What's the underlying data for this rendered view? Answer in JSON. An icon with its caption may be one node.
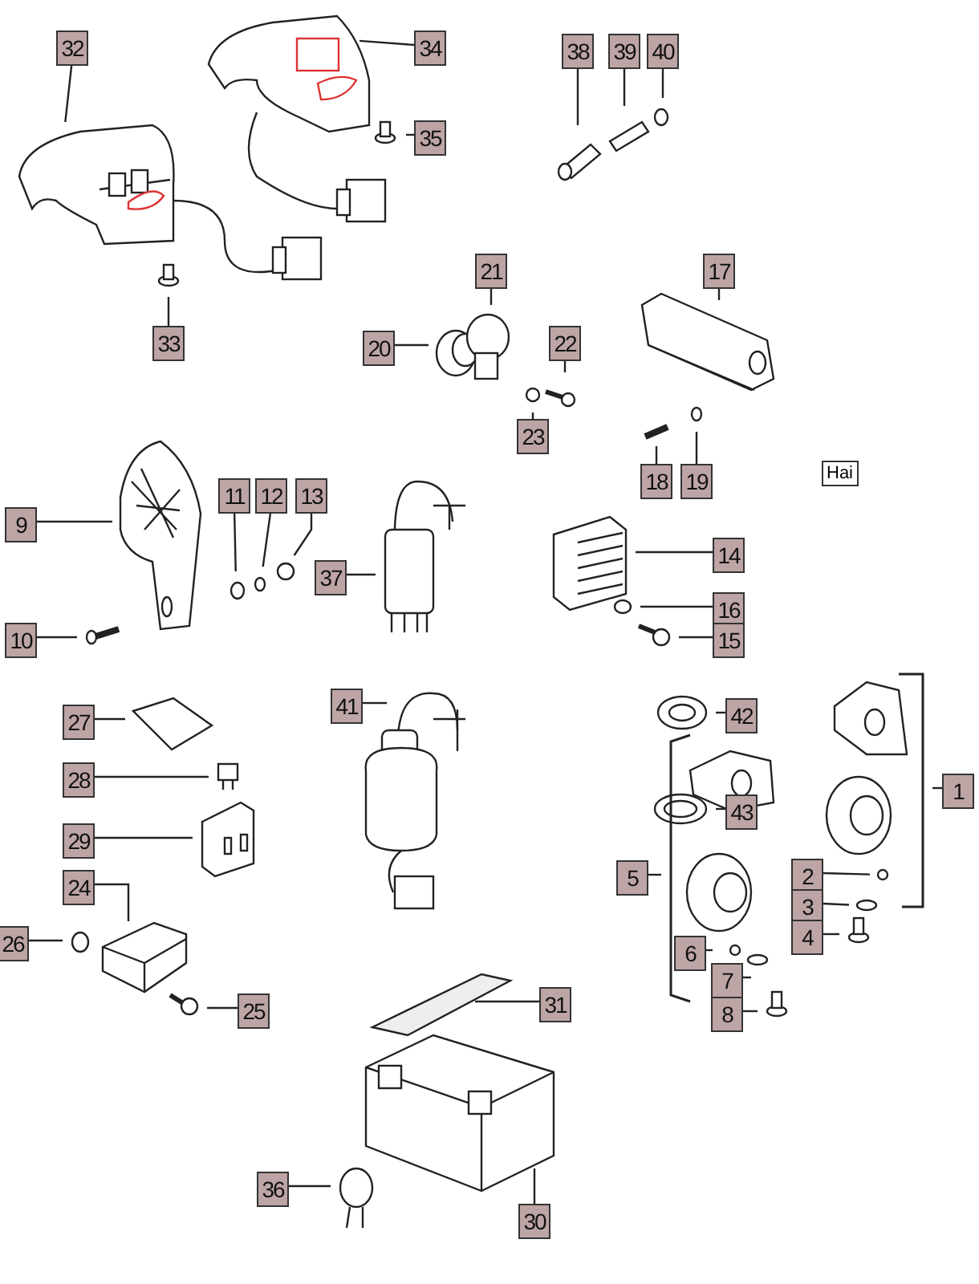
{
  "diagram": {
    "nodes": [
      {
        "text": [
          "32"
        ]
      },
      {
        "text": [
          "34"
        ]
      },
      {
        "text": [
          "38"
        ]
      },
      {
        "text": [
          "39"
        ]
      },
      {
        "text": [
          "40"
        ]
      },
      {
        "text": [
          "35"
        ]
      },
      {
        "text": [
          "21"
        ]
      },
      {
        "text": [
          "17"
        ]
      },
      {
        "text": [
          "20"
        ]
      },
      {
        "text": [
          "22"
        ]
      },
      {
        "text": [
          "33"
        ]
      },
      {
        "text": [
          "23"
        ]
      },
      {
        "text": [
          "18"
        ]
      },
      {
        "text": [
          "19"
        ]
      },
      {
        "text": [
          "9"
        ]
      },
      {
        "text": [
          "11"
        ]
      },
      {
        "text": [
          "12"
        ]
      },
      {
        "text": [
          "13"
        ]
      },
      {
        "text": [
          "37"
        ]
      },
      {
        "text": [
          "14"
        ]
      },
      {
        "text": [
          "16"
        ]
      },
      {
        "text": [
          "15"
        ]
      },
      {
        "text": [
          "10"
        ]
      },
      {
        "text": [
          "27"
        ]
      },
      {
        "text": [
          "41"
        ]
      },
      {
        "text": [
          "42"
        ]
      },
      {
        "text": [
          "1"
        ]
      },
      {
        "text": [
          "28"
        ]
      },
      {
        "text": [
          "43"
        ]
      },
      {
        "text": [
          "29"
        ]
      },
      {
        "text": [
          "2"
        ]
      },
      {
        "text": [
          "5"
        ]
      },
      {
        "text": [
          "24"
        ]
      },
      {
        "text": [
          "3"
        ]
      },
      {
        "text": [
          "26"
        ]
      },
      {
        "text": [
          "6"
        ]
      },
      {
        "text": [
          "4"
        ]
      },
      {
        "text": [
          "7"
        ]
      },
      {
        "text": [
          "25"
        ]
      },
      {
        "text": [
          "31"
        ]
      },
      {
        "text": [
          "8"
        ]
      },
      {
        "text": [
          "36"
        ]
      },
      {
        "text": [
          "30"
        ]
      }
    ],
    "edges": [
      {
        "from": 0,
        "to": null,
        "arrow": "none"
      },
      {
        "from": 1,
        "to": null,
        "arrow": "none"
      },
      {
        "from": 2,
        "to": null,
        "arrow": "none"
      },
      {
        "from": 3,
        "to": null,
        "arrow": "none"
      },
      {
        "from": 4,
        "to": null,
        "arrow": "none"
      },
      {
        "from": 5,
        "to": null,
        "arrow": "none"
      },
      {
        "from": 6,
        "to": null,
        "arrow": "none"
      },
      {
        "from": 7,
        "to": null,
        "arrow": "none"
      },
      {
        "from": 8,
        "to": null,
        "arrow": "none"
      },
      {
        "from": 9,
        "to": null,
        "arrow": "none"
      },
      {
        "from": 10,
        "to": null,
        "arrow": "none"
      },
      {
        "from": 11,
        "to": null,
        "arrow": "none"
      },
      {
        "from": 12,
        "to": null,
        "arrow": "none"
      },
      {
        "from": 13,
        "to": null,
        "arrow": "none"
      },
      {
        "from": 14,
        "to": null,
        "arrow": "none"
      },
      {
        "from": 15,
        "to": null,
        "arrow": "none"
      },
      {
        "from": 16,
        "to": null,
        "arrow": "none"
      },
      {
        "from": 17,
        "to": null,
        "arrow": "none"
      },
      {
        "from": 18,
        "to": null,
        "arrow": "none"
      },
      {
        "from": 19,
        "to": null,
        "arrow": "none"
      },
      {
        "from": 20,
        "to": null,
        "arrow": "none"
      },
      {
        "from": 21,
        "to": null,
        "arrow": "none"
      },
      {
        "from": 22,
        "to": null,
        "arrow": "none"
      },
      {
        "from": 23,
        "to": null,
        "arrow": "none"
      },
      {
        "from": 24,
        "to": null,
        "arrow": "none"
      },
      {
        "from": 25,
        "to": null,
        "arrow": "none"
      },
      {
        "from": 26,
        "to": null,
        "arrow": "none"
      },
      {
        "from": 27,
        "to": null,
        "arrow": "none"
      },
      {
        "from": 28,
        "to": null,
        "arrow": "none"
      },
      {
        "from": 29,
        "to": null,
        "arrow": "none"
      },
      {
        "from": 30,
        "to": null,
        "arrow": "none"
      },
      {
        "from": 31,
        "to": null,
        "arrow": "none"
      },
      {
        "from": 32,
        "to": null,
        "arrow": "none"
      },
      {
        "from": 33,
        "to": null,
        "arrow": "none"
      },
      {
        "from": 34,
        "to": null,
        "arrow": "none"
      },
      {
        "from": 35,
        "to": null,
        "arrow": "none"
      },
      {
        "from": 36,
        "to": null,
        "arrow": "none"
      },
      {
        "from": 37,
        "to": null,
        "arrow": "none"
      },
      {
        "from": 38,
        "to": null,
        "arrow": "none"
      },
      {
        "from": 39,
        "to": null,
        "arrow": "none"
      },
      {
        "from": 40,
        "to": null,
        "arrow": "none"
      },
      {
        "from": 41,
        "to": null,
        "arrow": "none"
      },
      {
        "from": 42,
        "to": null,
        "arrow": "none"
      }
    ],
    "labels": [
      "Hai"
    ]
  }
}
